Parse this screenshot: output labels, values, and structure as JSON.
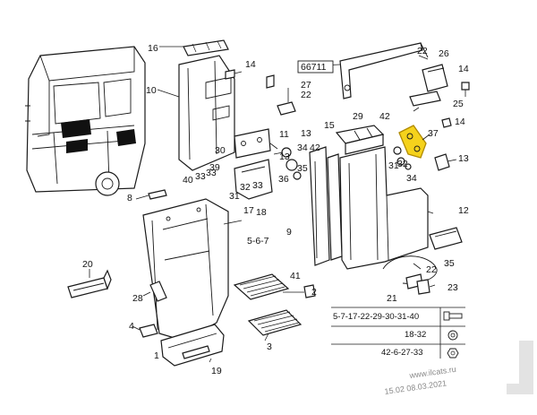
{
  "callouts": {
    "c16": "16",
    "c14a": "14",
    "c10": "10",
    "c27": "27",
    "c22a": "22",
    "c6671": "66711",
    "c22b": "22",
    "c26": "26",
    "c14b": "14",
    "c25": "25",
    "c14c": "14",
    "c29": "29",
    "c42a": "42",
    "c15": "15",
    "c37": "37",
    "c13a": "13",
    "c11": "11",
    "c34a": "34",
    "c13b": "13",
    "c30": "30",
    "c39": "39",
    "c40": "40",
    "c33": "33",
    "c33b": "33",
    "c35a": "35",
    "c36": "36",
    "c32a": "32",
    "c31a": "31",
    "c31b": "31",
    "c32b": "32",
    "c33c": "33",
    "c34b": "34",
    "c13c": "13",
    "c12": "12",
    "c8": "8",
    "c42b": "42",
    "c17": "17",
    "c18": "18",
    "c9": "9",
    "c67": "5-6-7",
    "c35b": "35",
    "c22c": "22",
    "c20": "20",
    "c41": "41",
    "c2": "2",
    "c23": "23",
    "c28": "28",
    "c21": "21",
    "c4": "4",
    "c3": "3",
    "c1": "1",
    "c19": "19"
  },
  "legend": {
    "row1": "5-7-17-22-29-30-31-40",
    "row2": "18-32",
    "row3": "42-6-27-33"
  },
  "watermark": {
    "source": "www.ilcats.ru",
    "date": "15.02 08.03.2021"
  },
  "colors": {
    "highlight": "#f5d21c",
    "line": "#1a1a1a"
  }
}
